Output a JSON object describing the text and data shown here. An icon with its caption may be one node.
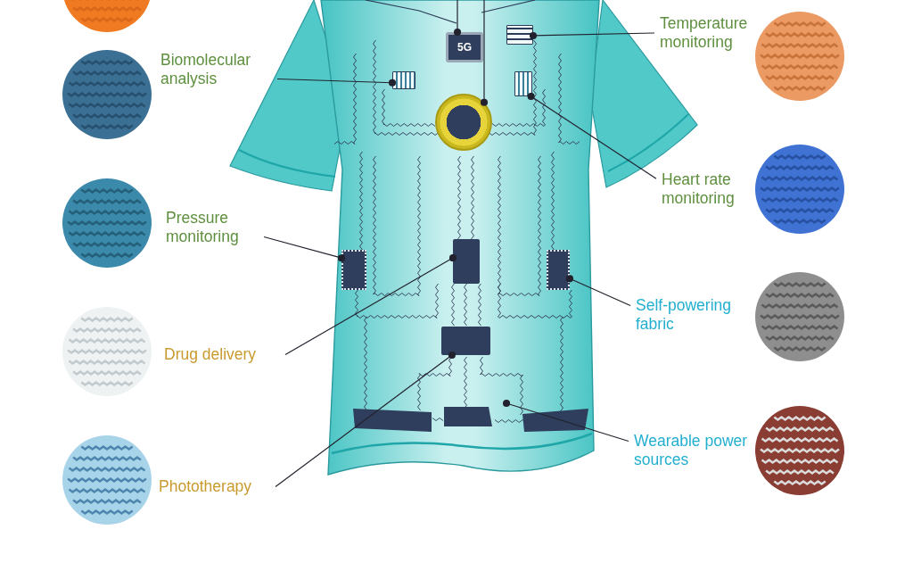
{
  "diagram": {
    "nodes": [
      {
        "text": [
          "Biomolecular analysis"
        ]
      },
      {
        "text": [
          "Temperature monitoring"
        ]
      },
      {
        "text": [
          "Heart rate monitoring"
        ]
      },
      {
        "text": [
          "Pressure monitoring"
        ]
      },
      {
        "text": [
          "Self-powering fabric"
        ]
      },
      {
        "text": [
          "Drug delivery"
        ]
      },
      {
        "text": [
          "Wearable power sources"
        ]
      },
      {
        "text": [
          "Phototherapy"
        ]
      },
      {
        "text": [
          "5G"
        ]
      },
      {
        "text": [],
        "shape": "box"
      },
      {
        "text": [],
        "shape": "box"
      },
      {
        "text": [],
        "shape": "box"
      },
      {
        "text": [],
        "shape": "circle"
      },
      {
        "text": [],
        "shape": "box"
      },
      {
        "text": [],
        "shape": "box"
      },
      {
        "text": [],
        "shape": "box"
      },
      {
        "text": [],
        "shape": "box"
      }
    ],
    "edges": [
      {
        "from": 0,
        "to": 9,
        "arrow": "other"
      },
      {
        "from": 1,
        "to": 10,
        "arrow": "other"
      },
      {
        "from": 2,
        "to": 11,
        "arrow": "other"
      },
      {
        "from": 3,
        "to": 13,
        "arrow": "other"
      },
      {
        "from": 4,
        "to": 14,
        "arrow": "other"
      },
      {
        "from": 5,
        "to": 15,
        "arrow": "other"
      },
      {
        "from": 6,
        "to": null,
        "arrow": "other"
      },
      {
        "from": 7,
        "to": 16,
        "arrow": "other"
      },
      {
        "from": null,
        "to": 8,
        "arrow": "other"
      },
      {
        "from": null,
        "to": 12,
        "arrow": "other"
      }
    ]
  }
}
